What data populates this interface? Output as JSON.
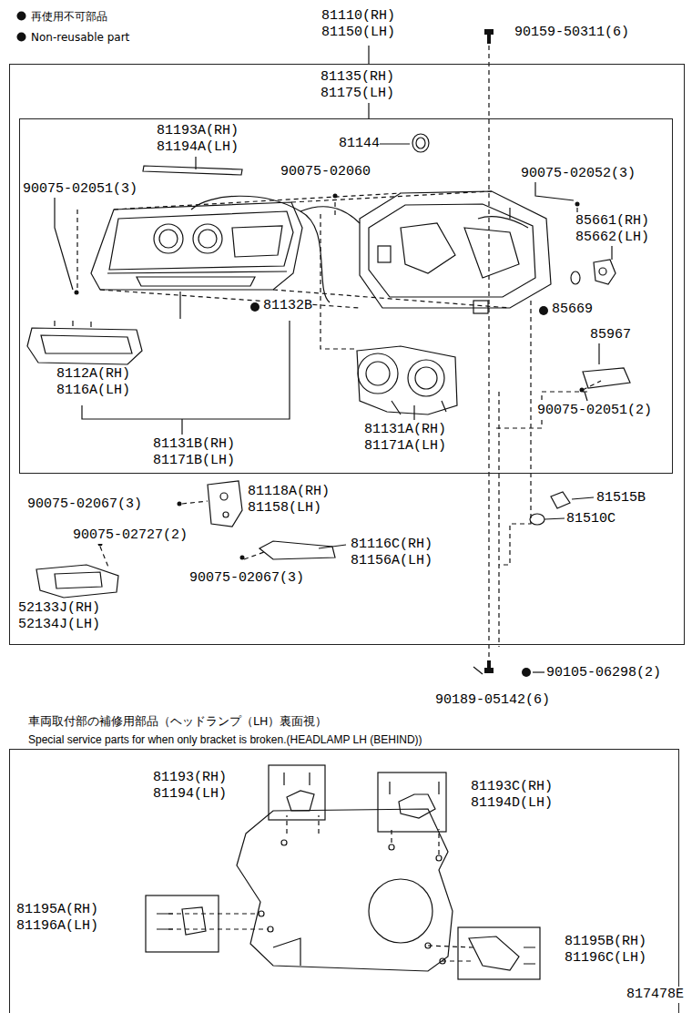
{
  "diagram": {
    "nodes": [
      {
        "text": [
          "81110(RH) 81150(LH)"
        ]
      },
      {
        "text": [
          "81135(RH) 81175(LH)"
        ],
        "in": 0
      },
      {
        "text": [
          "車両取付部の補修用部品（ヘッドランプ（LH）裏面視）",
          "Special service parts for when only bracket is broken.(HEADLAMP LH (BEHIND))"
        ]
      }
    ],
    "labels": [
      "90159-50311(6)",
      "81193A(RH) 81194A(LH)",
      "81144",
      "90075-02060",
      "90075-02052(3)",
      "90075-02051(3)",
      "85661(RH) 85662(LH)",
      "81132B",
      "85669",
      "85967",
      "8112A(RH) 8116A(LH)",
      "90075-02051(2)",
      "81131A(RH) 81171A(LH)",
      "81131B(RH) 81171B(LH)",
      "81118A(RH) 81158(LH)",
      "81515B",
      "90075-02067(3)",
      "81510C",
      "90075-02727(2)",
      "81116C(RH) 81156A(LH)",
      "90075-02067(3)",
      "52133J(RH) 52134J(LH)",
      "90105-06298(2)",
      "90189-05142(6)",
      "81193(RH) 81194(LH)",
      "81193C(RH) 81194D(LH)",
      "81195A(RH) 81196A(LH)",
      "81195B(RH) 81196C(LH)",
      "817478E"
    ],
    "legend": [
      {
        "text": "再使用不可部品"
      },
      {
        "text": "Non-reusable part"
      }
    ]
  }
}
